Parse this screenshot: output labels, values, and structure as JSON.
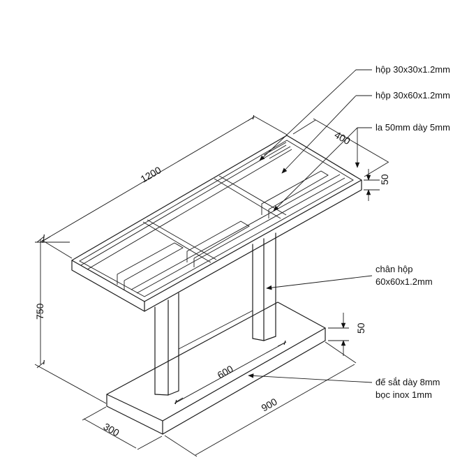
{
  "dimensions": {
    "length": "1200",
    "width": "400",
    "frame_height": "50",
    "total_height": "750",
    "base_height": "50",
    "leg_spacing": "600",
    "base_length": "900",
    "base_width": "300"
  },
  "callouts": {
    "box_small": "hộp 30x30x1.2mm",
    "box_large": "hộp 30x60x1.2mm",
    "flat_bar": "la 50mm dày 5mm",
    "leg_line1": "chân hộp",
    "leg_line2": "60x60x1.2mm",
    "base_line1": "đế sắt dày 8mm",
    "base_line2": "bọc inox 1mm"
  }
}
